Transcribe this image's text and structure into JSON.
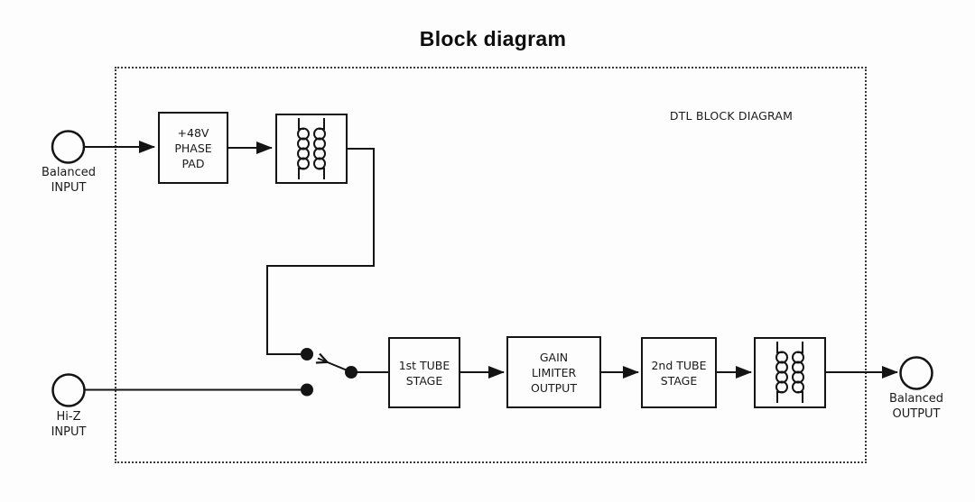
{
  "page": {
    "title": "Block diagram"
  },
  "diagram": {
    "frame_label": "DTL BLOCK DIAGRAM",
    "colors": {
      "line": "#141414",
      "background": "#fdfdfd"
    },
    "terminals": {
      "balanced_input": {
        "label": "Balanced\nINPUT"
      },
      "hi_z_input": {
        "label": "Hi-Z\nINPUT"
      },
      "balanced_output": {
        "label": "Balanced\nOUTPUT"
      }
    },
    "blocks": {
      "phase_pad": {
        "label": "+48V\nPHASE\nPAD"
      },
      "input_transformer": {
        "icon": "transformer-icon"
      },
      "first_tube_stage": {
        "label": "1st TUBE\nSTAGE"
      },
      "gain_limiter": {
        "label": "GAIN\nLIMITER\nOUTPUT"
      },
      "second_tube_stage": {
        "label": "2nd TUBE\nSTAGE"
      },
      "output_transformer": {
        "icon": "transformer-icon"
      }
    }
  }
}
